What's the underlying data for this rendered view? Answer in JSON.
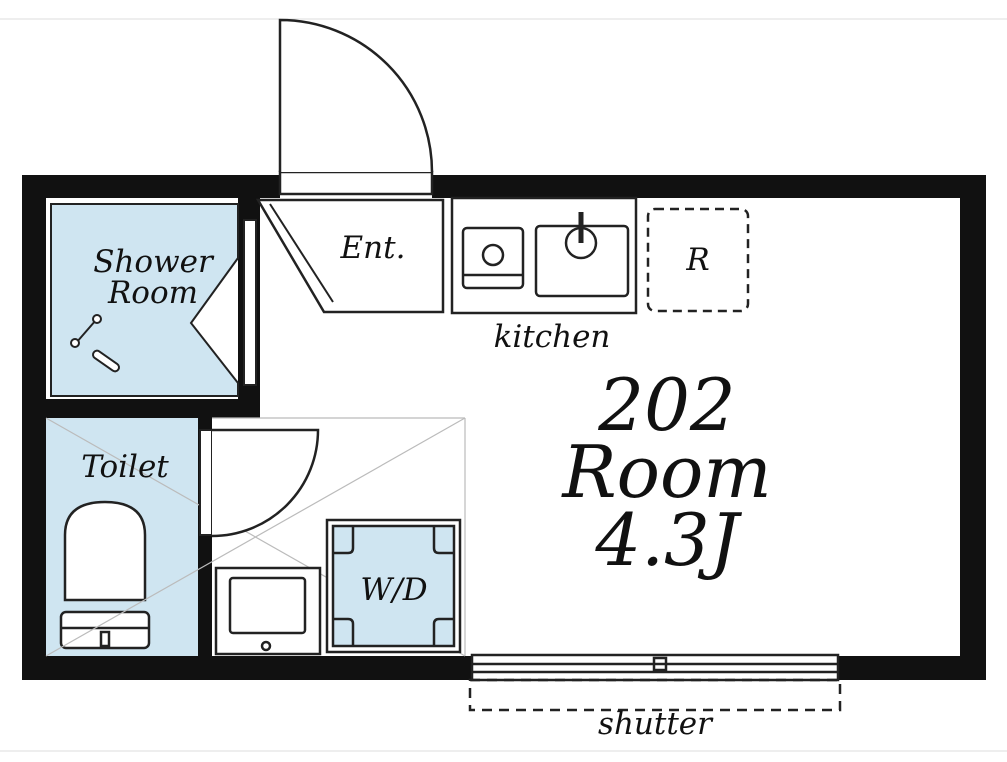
{
  "colors": {
    "wall": "#111111",
    "wet_area": "#cfe5f1",
    "background": "#ffffff",
    "guide_line": "#bbbbbb"
  },
  "rooms": {
    "entrance": "Ent.",
    "shower": "Shower",
    "shower_room": "Room",
    "toilet": "Toilet",
    "kitchen": "kitchen",
    "refrigerator": "R",
    "washer_dryer": "W/D",
    "shutter": "shutter"
  },
  "main_room": {
    "number": "202",
    "name": "Room",
    "size": "4.3J"
  }
}
